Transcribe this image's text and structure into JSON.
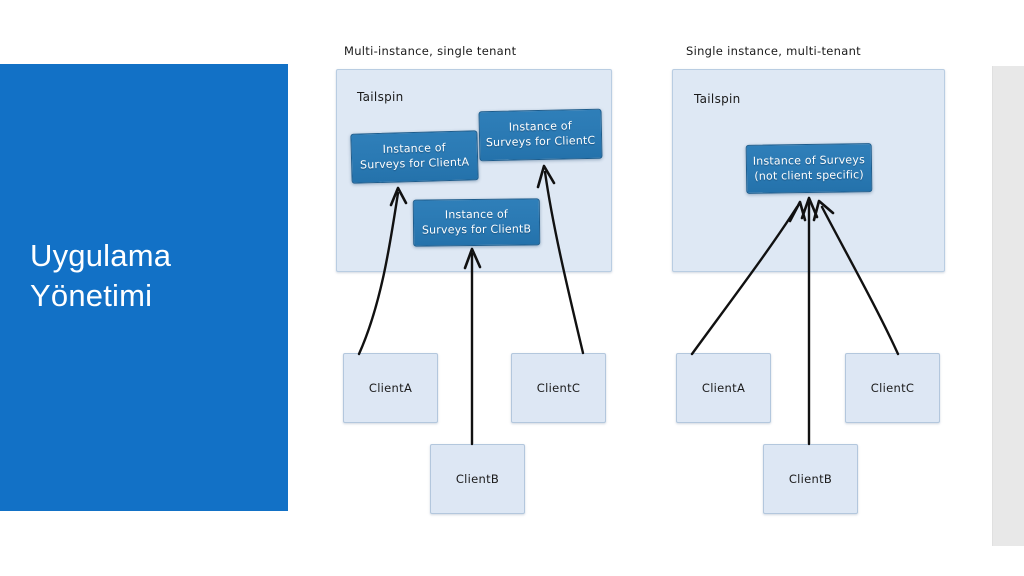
{
  "slide": {
    "title": "Uygulama\nYönetimi",
    "accent_color": "#1271c6",
    "panel_bg_color": "#dee8f4",
    "instance_box_color": "#2a79b3",
    "client_box_color": "#dde7f4",
    "arrow_color": "#111111",
    "gray_strip_color": "#e8e8e8"
  },
  "diagrams": [
    {
      "caption": "Multi-instance, single tenant",
      "tenant_label": "Tailspin",
      "instances": [
        {
          "label": "Instance of\nSurveys for ClientA"
        },
        {
          "label": "Instance of\nSurveys for ClientC"
        },
        {
          "label": "Instance of\nSurveys for ClientB"
        }
      ],
      "clients": [
        {
          "label": "ClientA"
        },
        {
          "label": "ClientC"
        },
        {
          "label": "ClientB"
        }
      ]
    },
    {
      "caption": "Single instance, multi-tenant",
      "tenant_label": "Tailspin",
      "instances": [
        {
          "label": "Instance of Surveys\n(not client specific)"
        }
      ],
      "clients": [
        {
          "label": "ClientA"
        },
        {
          "label": "ClientC"
        },
        {
          "label": "ClientB"
        }
      ]
    }
  ]
}
